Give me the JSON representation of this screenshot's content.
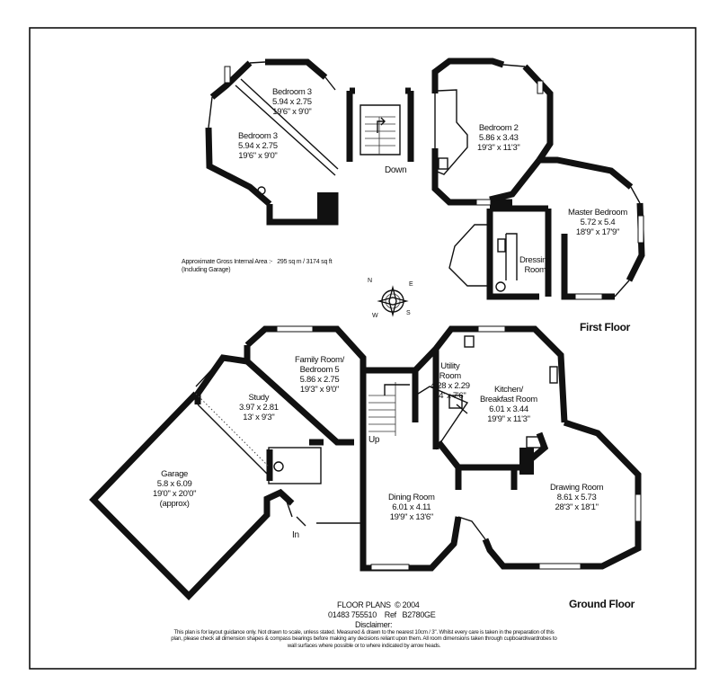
{
  "rooms": {
    "bedroom3a": {
      "name": "Bedroom 3",
      "metric": "5.94 x 2.75",
      "imperial": "19'6\" x 9'0\""
    },
    "bedroom3b": {
      "name": "Bedroom 3",
      "metric": "5.94 x 2.75",
      "imperial": "19'6\" x 9'0\""
    },
    "bedroom2": {
      "name": "Bedroom 2",
      "metric": "5.86 x 3.43",
      "imperial": "19'3\" x 11'3\""
    },
    "master": {
      "name": "Master Bedroom",
      "metric": "5.72 x 5.4",
      "imperial": "18'9\" x 17'9\""
    },
    "dressing": {
      "line1": "Dressing",
      "line2": "Room"
    },
    "family": {
      "line1": "Family Room/",
      "line2": "Bedroom 5",
      "metric": "5.86 x 2.75",
      "imperial": "19'3\" x 9'0\""
    },
    "study": {
      "name": "Study",
      "metric": "3.97 x 2.81",
      "imperial": "13' x 9'3\""
    },
    "utility": {
      "line1": "Utility",
      "line2": "Room",
      "metric": "4.28 x 2.29",
      "imperial": "14' x 7'6\""
    },
    "kitchen": {
      "line1": "Kitchen/",
      "line2": "Breakfast Room",
      "metric": "6.01 x 3.44",
      "imperial": "19'9\" x 11'3\""
    },
    "garage": {
      "name": "Garage",
      "metric": "5.8 x 6.09",
      "imperial": "19'0\" x 20'0\"",
      "note": "(approx)"
    },
    "dining": {
      "name": "Dining Room",
      "metric": "6.01 x 4.11",
      "imperial": "19'9\" x 13'6\""
    },
    "drawing": {
      "name": "Drawing Room",
      "metric": "8.61 x 5.73",
      "imperial": "28'3\" x 18'1\""
    }
  },
  "labels": {
    "down": "Down",
    "up": "Up",
    "in": "In",
    "first_floor": "First Floor",
    "ground_floor": "Ground Floor",
    "area_label": "Approximate Gross Internal Area :-",
    "area_value": "295 sq m / 3174 sq ft",
    "area_note": "(Including Garage)",
    "compass": {
      "n": "N",
      "e": "E",
      "s": "S",
      "w": "W"
    }
  },
  "footer": {
    "company": "FLOOR PLANS",
    "copyright": "© 2004",
    "phone": "01483 755510",
    "ref_label": "Ref",
    "ref": "B2780GE",
    "disclaimer_title": "Disclaimer:",
    "disclaimer": "This plan is for layout guidance only. Not drawn to scale, unless stated. Measured & drawn to the nearest 10cm / 3\". Whilst every care is taken in the preparation of this plan, please check all dimension shapes & compass bearings before making any decisions reliant upon them. All room dimensions taken through cupboard/wardrobes to wall surfaces where possible or to where indicated by arrow heads."
  }
}
